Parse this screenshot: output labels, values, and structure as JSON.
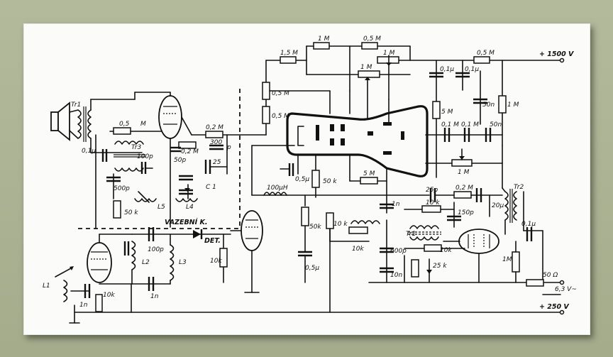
{
  "labels": {
    "supply_1500": "+ 1500 V",
    "supply_250": "+ 250 V",
    "heater": "6,3 V~",
    "out_50ohm": "50 Ω",
    "r_1M_top": "1 M",
    "r_05M_top": "0,5 M",
    "r_15M": "1,5 M",
    "pot_1M_top": "1 M",
    "pot_1M_2": "1 M",
    "r_05M_right": "0,5 M",
    "pot_05M": "0,5 M",
    "r_05M_b": "0,5 M",
    "c_01u_a": "0,1μ",
    "c_01u_b": "0,1μ",
    "r_5M": "5 M",
    "c_50n": "50n",
    "r_1M_right": "1 M",
    "c_01u_c": "0,1 M",
    "c_01u_d": "0,1 M",
    "c_50n_b": "50n",
    "pot_1M_bottom": "1 M",
    "r_5M_b": "5 M",
    "c_05u_mid": "0,5μ",
    "r_50k_mid": "50 k",
    "coil_100uH": "100μH",
    "r_02M": "0,2 M",
    "c_300p": "300",
    "c_300p_unit": "p",
    "c_25": "25",
    "r_02M_b": "0,2 M",
    "c_50p": "50p",
    "tr1_label": "Tr1",
    "tr3_label": "Tr3",
    "r_05M_left": "0,5",
    "r_05M_left_unit": "M",
    "c_01u_left": "0,1μ",
    "c_100p": "100p",
    "c_500p": "500p",
    "pot_50k": "50 k",
    "l5": "L5",
    "l4": "L4",
    "c1": "C 1",
    "coupling": "VAZEBNÍ K.",
    "det": "DET.",
    "c_100p_b": "100p",
    "l2": "L2",
    "l3": "L3",
    "r_10k_a": "10k",
    "c_1n_a": "1n",
    "l1": "L1",
    "c_1n_b": "1n",
    "pot_10k": "10k",
    "pot_50k_b": "50k",
    "c_05u_b": "0,5μ",
    "r_10k_b": "10 k",
    "pot_10k_b": "10k",
    "c_1n_c": "1n",
    "c_25p": "25p",
    "r_02M_c": "0,2 M",
    "c_20u": "20μ",
    "tr2_label": "Tr2",
    "r_10k_c": "10 k",
    "c_150p": "150p",
    "c_01u_e": "0,1μ",
    "tr1b_label": "Tr1",
    "r_10k_d": "10k",
    "c_600p": "600p",
    "c_10n": "10n",
    "pot_25k": "25 k",
    "pot_1M_c": "1M"
  }
}
